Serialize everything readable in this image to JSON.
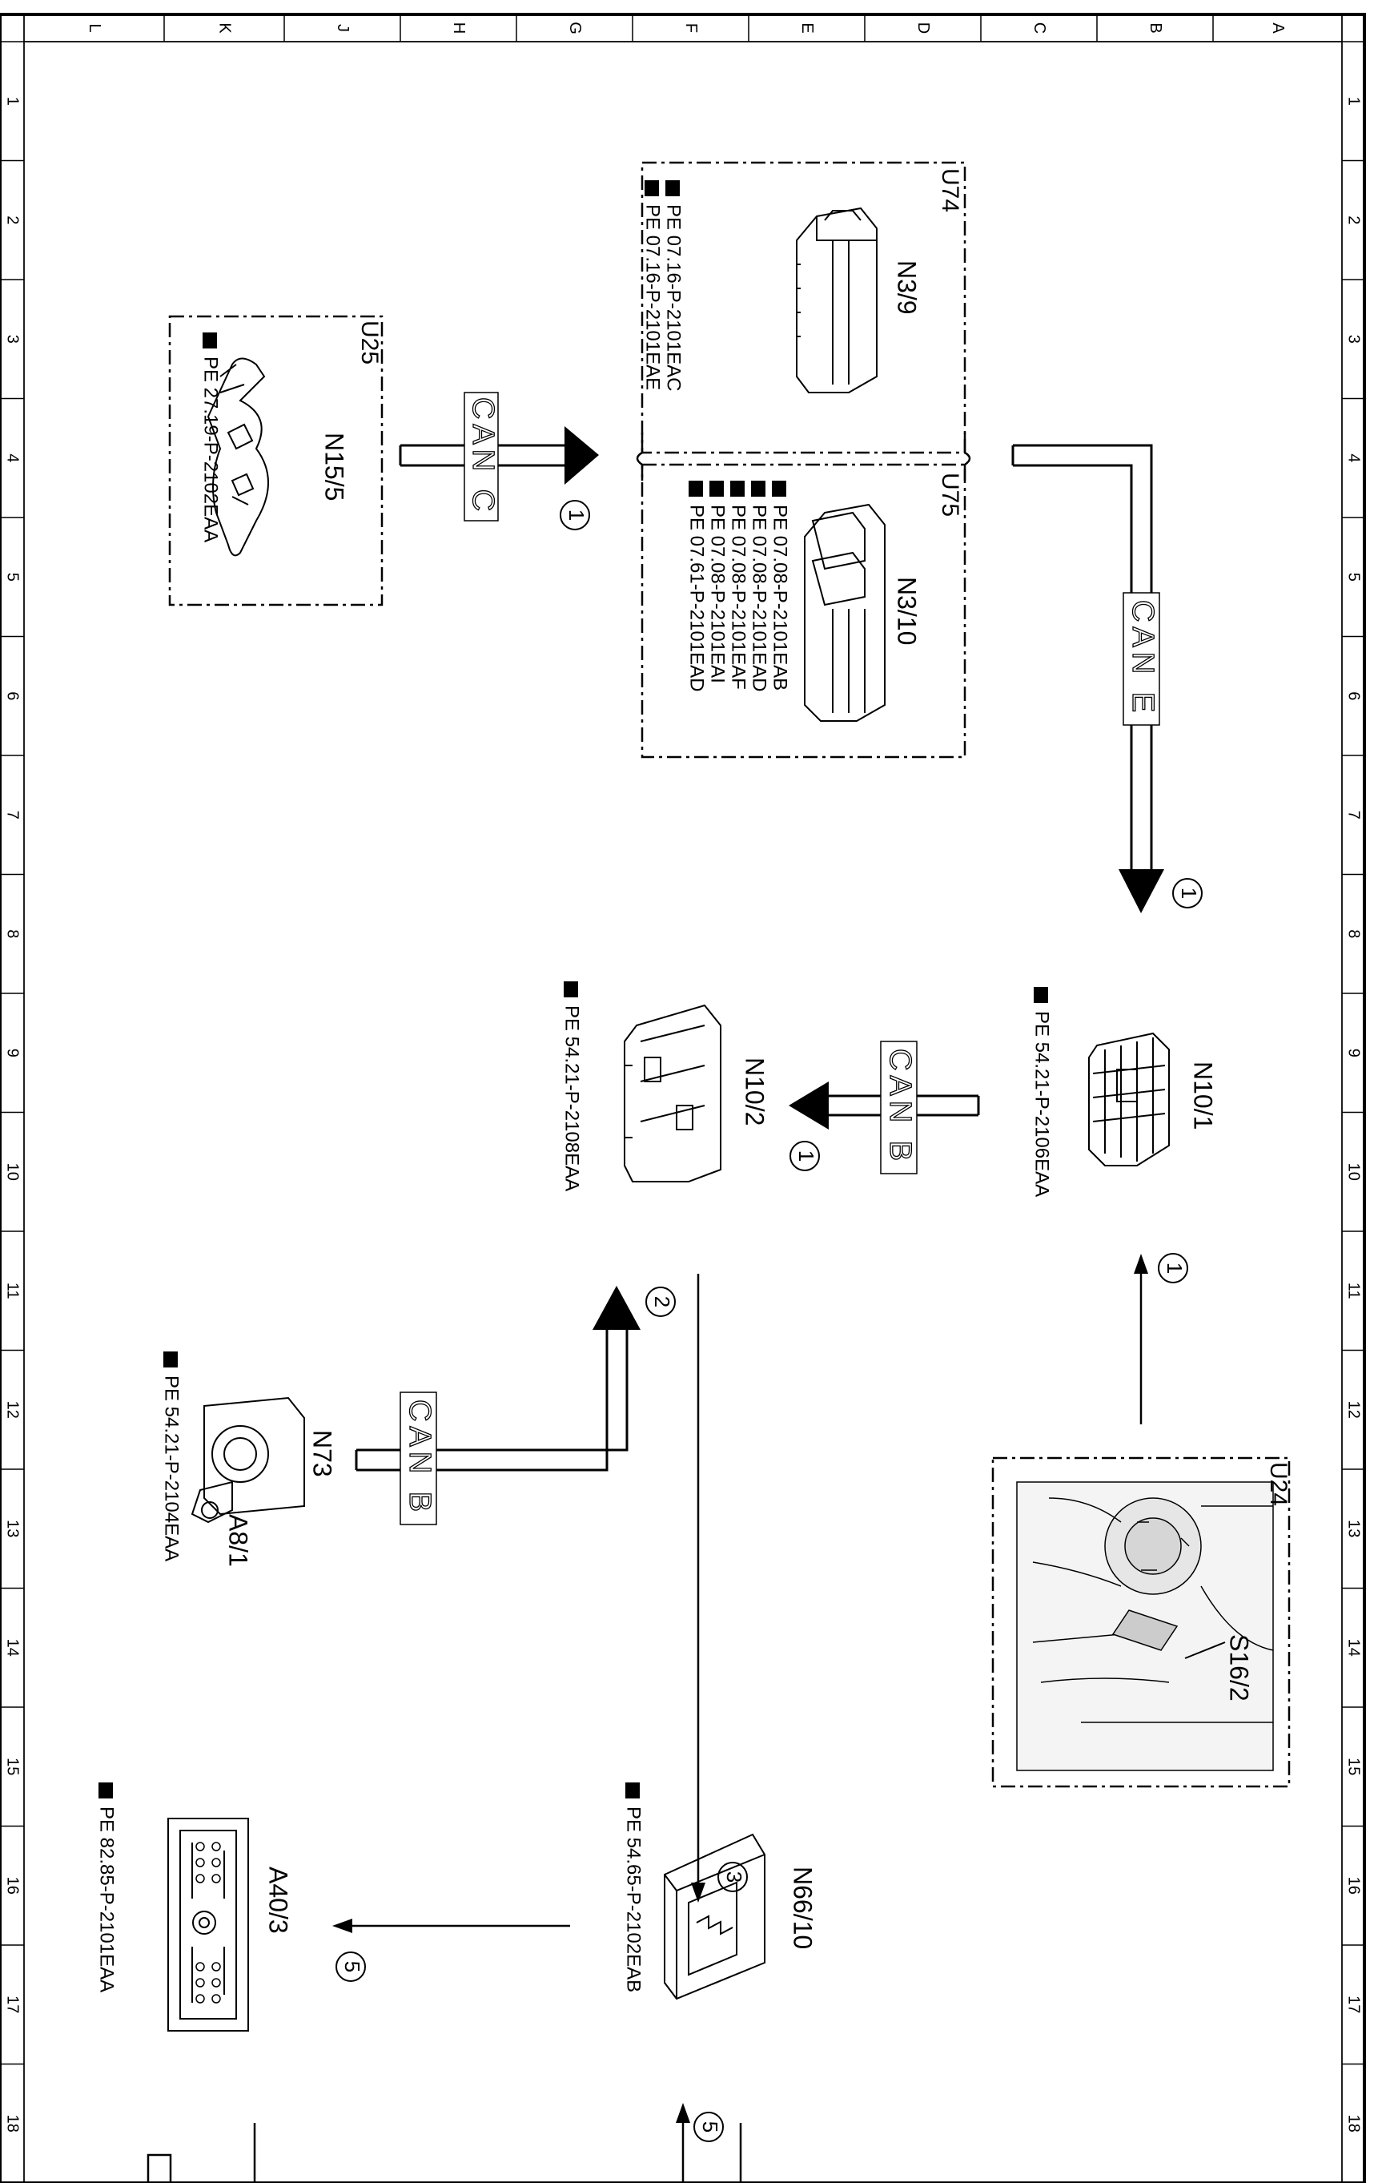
{
  "frame": {
    "columns": [
      "L",
      "K",
      "J",
      "H",
      "G",
      "F",
      "E",
      "D",
      "C",
      "B",
      "A"
    ],
    "rows": [
      "1",
      "2",
      "3",
      "4",
      "5",
      "6",
      "7",
      "8",
      "9",
      "10",
      "11",
      "12",
      "13",
      "14",
      "15",
      "16",
      "17",
      "18"
    ]
  },
  "groups": {
    "u25": "U25",
    "u74": "U74",
    "u75": "U75",
    "u24": "U24"
  },
  "components": {
    "n15_5": "N15/5",
    "n3_9": "N3/9",
    "n3_10": "N3/10",
    "n10_1": "N10/1",
    "n10_2": "N10/2",
    "n73": "N73",
    "a8_1": "A8/1",
    "s16_2": "S16/2",
    "n66_10": "N66/10",
    "a40_3": "A40/3"
  },
  "refs": {
    "n15_5": [
      "PE 27.19-P-2102EAA"
    ],
    "n3_9": [
      "PE 07.16-P-2101EAC",
      "PE 07.16-P-2101EAE"
    ],
    "n3_10": [
      "PE 07.08-P-2101EAB",
      "PE 07.08-P-2101EAD",
      "PE 07.08-P-2101EAF",
      "PE 07.08-P-2101EAI",
      "PE 07.61-P-2101EAD"
    ],
    "n10_1": [
      "PE 54.21-P-2106EAA"
    ],
    "n10_2": [
      "PE 54.21-P-2108EAA"
    ],
    "n73": [
      "PE 54.21-P-2104EAA"
    ],
    "n66_10": [
      "PE 54.65-P-2102EAB"
    ],
    "a40_3": [
      "PE 82.85-P-2101EAA"
    ]
  },
  "buses": {
    "can_c": "CAN C",
    "can_e": "CAN E",
    "can_b_1": "CAN B",
    "can_b_2": "CAN B"
  },
  "steps": {
    "s1a": "1",
    "s1b": "1",
    "s1c": "1",
    "s1d": "1",
    "s2": "2",
    "s3": "3",
    "s5a": "5",
    "s5b": "5"
  }
}
